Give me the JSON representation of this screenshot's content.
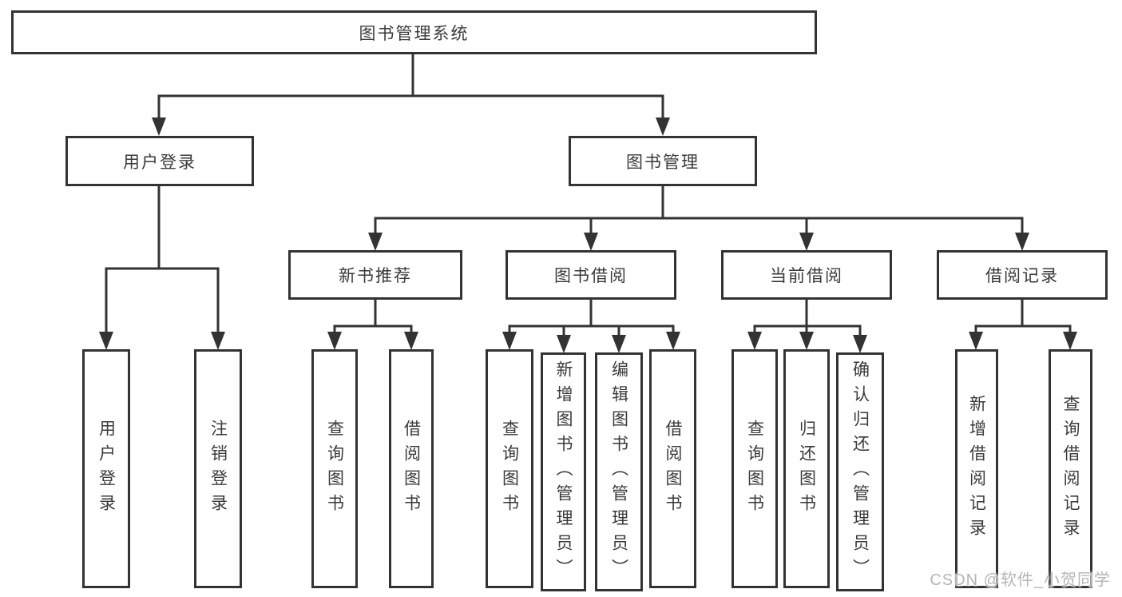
{
  "tree": {
    "label": "图书管理系统",
    "children": [
      {
        "label": "用户登录",
        "children": [
          {
            "label": "用户登录"
          },
          {
            "label": "注销登录"
          }
        ]
      },
      {
        "label": "图书管理",
        "children": [
          {
            "label": "新书推荐",
            "children": [
              {
                "label": "查询图书"
              },
              {
                "label": "借阅图书"
              }
            ]
          },
          {
            "label": "图书借阅",
            "children": [
              {
                "label": "查询图书"
              },
              {
                "label": "新增图书（管理员）"
              },
              {
                "label": "编辑图书（管理员）"
              },
              {
                "label": "借阅图书"
              }
            ]
          },
          {
            "label": "当前借阅",
            "children": [
              {
                "label": "查询图书"
              },
              {
                "label": "归还图书"
              },
              {
                "label": "确认归还（管理员）"
              }
            ]
          },
          {
            "label": "借阅记录",
            "children": [
              {
                "label": "新增借阅记录"
              },
              {
                "label": "查询借阅记录"
              }
            ]
          }
        ]
      }
    ]
  },
  "watermark": {
    "text": "CSDN @软件_小贺同学"
  },
  "colors": {
    "line": "#333333",
    "box_border": "#333333",
    "text": "#3a3a3a",
    "background": "#ffffff",
    "watermark": "#b5b5b5"
  }
}
